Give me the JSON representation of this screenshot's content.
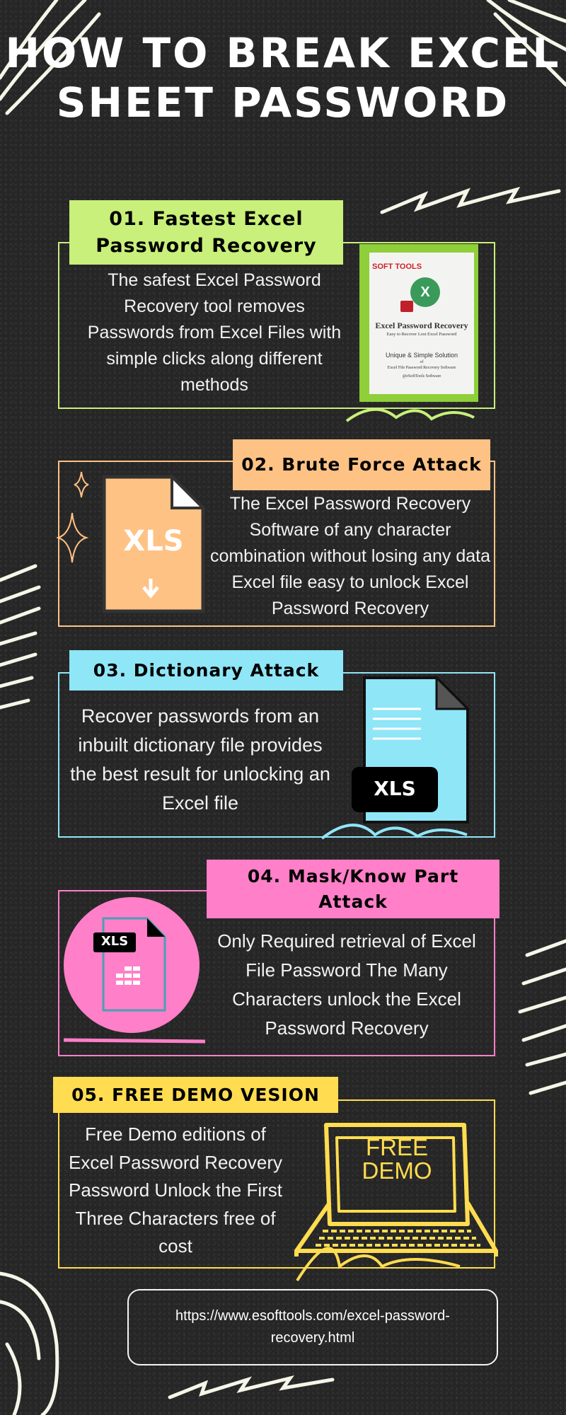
{
  "title": "How to Break Excel Sheet Password",
  "colors": {
    "green": "#c8f07a",
    "orange": "#ffc285",
    "cyan": "#8fe6f7",
    "pink": "#ff7fc8",
    "yellow": "#ffdc50",
    "background": "#262626"
  },
  "sections": [
    {
      "label": "01. Fastest Excel Password Recovery",
      "text": "The safest Excel Password Recovery tool removes Passwords from Excel Files with simple clicks along different methods",
      "image": "product-box",
      "product": {
        "brand": "SOFT TOOLS",
        "name": "Excel Password Recovery",
        "tagline": "Easy to Recover Lost Excel Password",
        "line1": "Unique & Simple Solution",
        "line2": "of",
        "line3": "Excel File Password Recovery Software",
        "line4": "@eSoftTools Software"
      }
    },
    {
      "label": "02. Brute Force Attack",
      "text": "The Excel Password Recovery Software of any character combination without losing any data Excel file easy to unlock Excel Password  Recovery",
      "icon_text": "XLS"
    },
    {
      "label": "03. Dictionary Attack",
      "text": "Recover passwords from an inbuilt dictionary file provides the best result for unlocking an Excel file",
      "icon_text": "XLS"
    },
    {
      "label": "04. Mask/Know Part Attack",
      "text": "Only Required retrieval of Excel File Password The Many Characters unlock the Excel Password Recovery",
      "icon_text": "XLS"
    },
    {
      "label": "05. FREE DEMO VESION",
      "text": "Free Demo editions of Excel Password Recovery Password Unlock the First Three Characters free of cost",
      "screen_line1": "FREE",
      "screen_line2": "DEMO"
    }
  ],
  "url": "https://www.esofttools.com/excel-password-recovery.html"
}
